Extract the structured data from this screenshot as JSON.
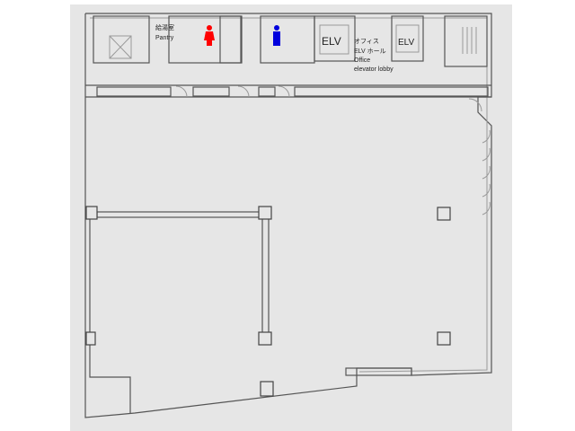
{
  "floorplan": {
    "labels": {
      "pantry_jp": "給湯室",
      "pantry_en": "Pantry",
      "elevator_1": "ELV",
      "elevator_2": "ELV",
      "lobby_jp_1": "オフィス",
      "lobby_jp_2": "ELV ホール",
      "lobby_en_1": "Office",
      "lobby_en_2": "elevator lobby"
    },
    "icons": [
      "womens-restroom-icon",
      "mens-restroom-icon",
      "stairs-icon"
    ],
    "colors": {
      "womens_restroom": "#ff0000",
      "mens_restroom": "#0000dd",
      "background": "#e6e6e6"
    }
  }
}
